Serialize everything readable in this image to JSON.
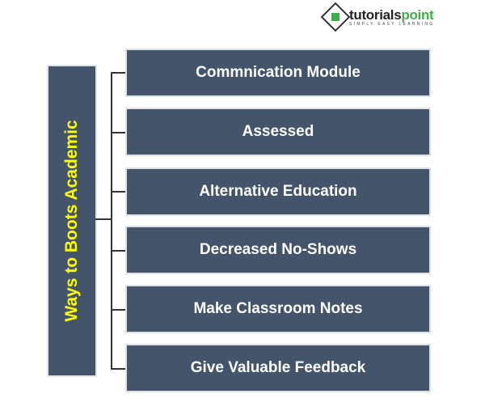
{
  "logo": {
    "name": "tutorialspoint",
    "tagline": "SIMPLY EASY LEARNING"
  },
  "title": "Ways to Boots Academic",
  "items": [
    "Commnication Module",
    "Assessed",
    "Alternative Education",
    "Decreased No-Shows",
    "Make Classroom Notes",
    "Give Valuable Feedback"
  ],
  "colors": {
    "box": "#44546a",
    "title_text": "#ffff00",
    "text": "#ffffff"
  }
}
